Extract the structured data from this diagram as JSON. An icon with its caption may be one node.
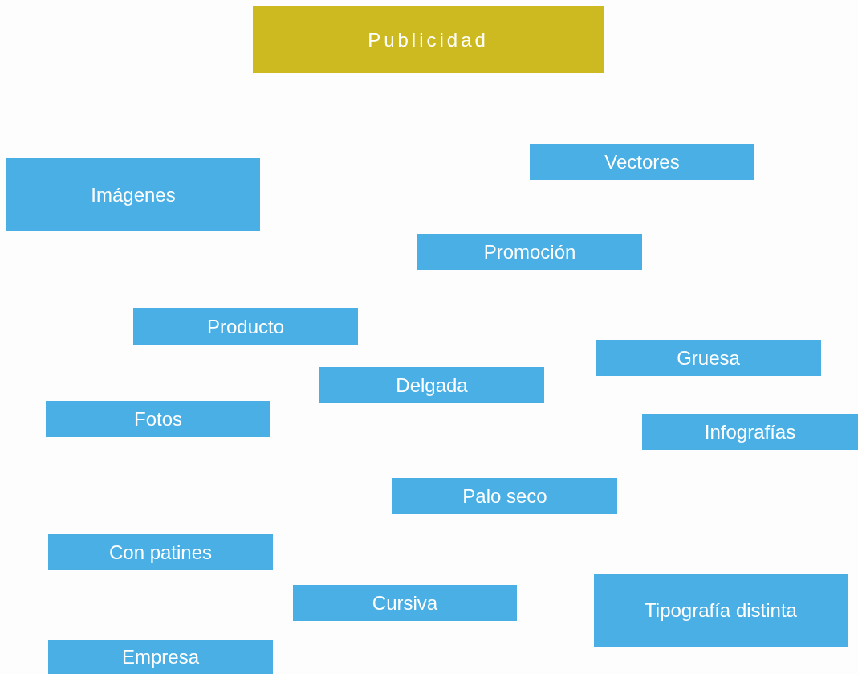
{
  "diagram": {
    "nodes": [
      {
        "text": [
          "Publicidad"
        ]
      },
      {
        "text": [
          "Vectores"
        ]
      },
      {
        "text": [
          "Imágenes"
        ]
      },
      {
        "text": [
          "Promoción"
        ]
      },
      {
        "text": [
          "Producto"
        ]
      },
      {
        "text": [
          "Gruesa"
        ]
      },
      {
        "text": [
          "Delgada"
        ]
      },
      {
        "text": [
          "Fotos"
        ]
      },
      {
        "text": [
          "Infografías"
        ]
      },
      {
        "text": [
          "Palo seco"
        ]
      },
      {
        "text": [
          "Con patines"
        ]
      },
      {
        "text": [
          "Tipografía distinta"
        ]
      },
      {
        "text": [
          "Cursiva"
        ]
      },
      {
        "text": [
          "Empresa"
        ]
      }
    ]
  }
}
